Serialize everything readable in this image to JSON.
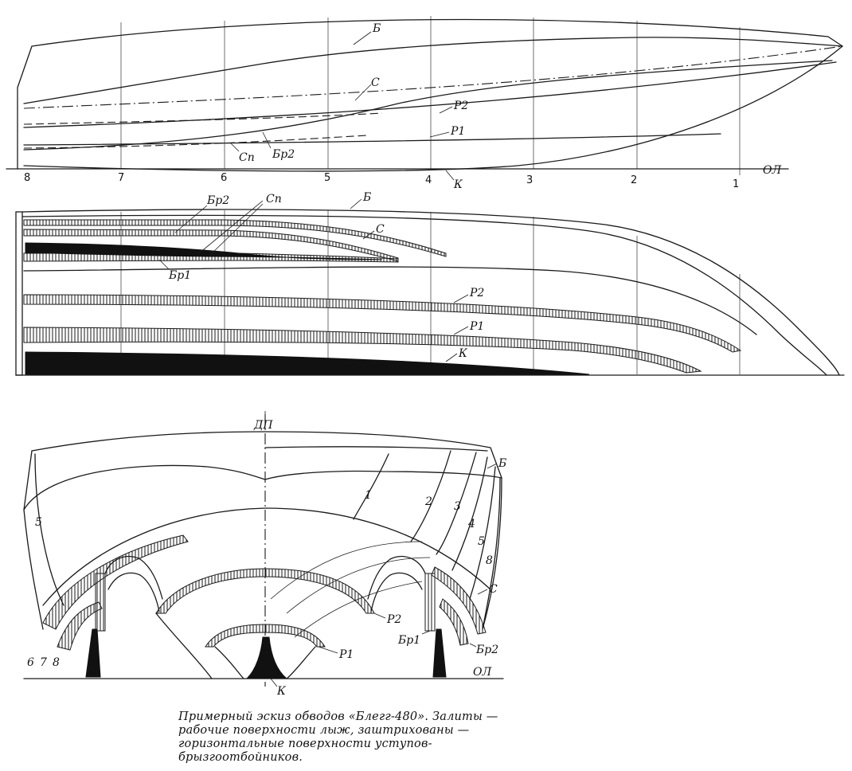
{
  "profile": {
    "station_labels": [
      "8",
      "7",
      "6",
      "5",
      "4",
      "3",
      "2",
      "1"
    ],
    "baseline_label": "ОЛ",
    "line_labels": {
      "B": "Б",
      "S": "С",
      "R2": "Р2",
      "R1": "Р1",
      "Sp": "Сп",
      "Br2": "Бр2",
      "K": "К"
    }
  },
  "plan": {
    "line_labels": {
      "Br2": "Бр2",
      "Sp": "Сп",
      "B": "Б",
      "S": "С",
      "Br1": "Бр1",
      "R2": "Р2",
      "R1": "Р1",
      "K": "К"
    }
  },
  "body_plan": {
    "centerline_label": "ДП",
    "baseline_label": "ОЛ",
    "section_labels": {
      "s1": "1",
      "s2": "2",
      "s3": "3",
      "s4": "4",
      "s5r": "5",
      "s8": "8",
      "s5l": "5",
      "s6": "6",
      "s7": "7",
      "s8l": "8"
    },
    "line_labels": {
      "B": "Б",
      "S": "С",
      "R2": "Р2",
      "Br1": "Бр1",
      "Br2": "Бр2",
      "R1": "Р1",
      "K": "К"
    }
  },
  "caption": "Примерный эскиз обводов «Блегг-480». Залиты — рабочие поверхности лыж, заштрихованы — горизонтальные поверхности уступов-брызгоотбойников."
}
